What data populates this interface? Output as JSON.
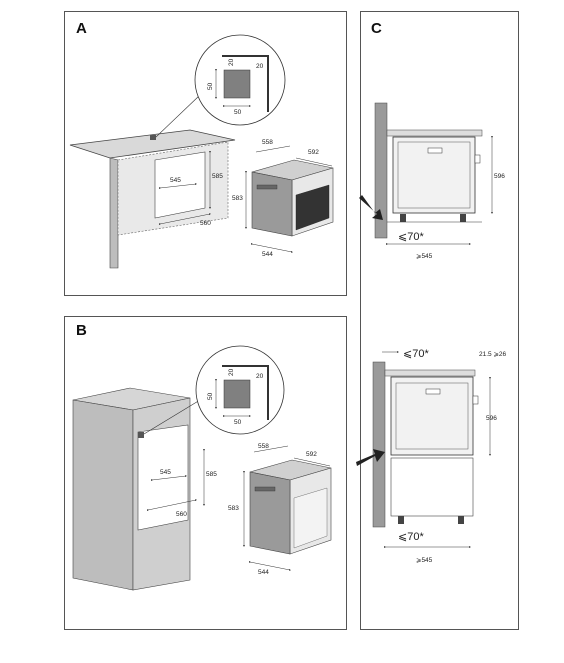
{
  "panels": {
    "a": {
      "letter": "A",
      "detail": {
        "d1": "20",
        "d2": "20",
        "d3": "50",
        "d4": "50"
      },
      "cabinet": {
        "w": "560",
        "d": "545",
        "h": "585"
      },
      "oven": {
        "d": "558",
        "w": "592",
        "h": "583",
        "bw": "544"
      }
    },
    "b": {
      "letter": "B",
      "detail": {
        "d1": "20",
        "d2": "20",
        "d3": "50",
        "d4": "50"
      },
      "cabinet": {
        "w": "560",
        "d": "545",
        "h": "585"
      },
      "oven": {
        "d": "558",
        "w": "592",
        "h": "583",
        "bw": "544"
      }
    },
    "c": {
      "letter": "C",
      "top": {
        "h": "596",
        "gap": "⩽70*",
        "depth": "⩾545"
      },
      "bottom": {
        "gap_top": "⩽70*",
        "right": "21.5 ⩾26",
        "h": "596",
        "gap": "⩽70*",
        "depth": "⩾545"
      }
    }
  }
}
